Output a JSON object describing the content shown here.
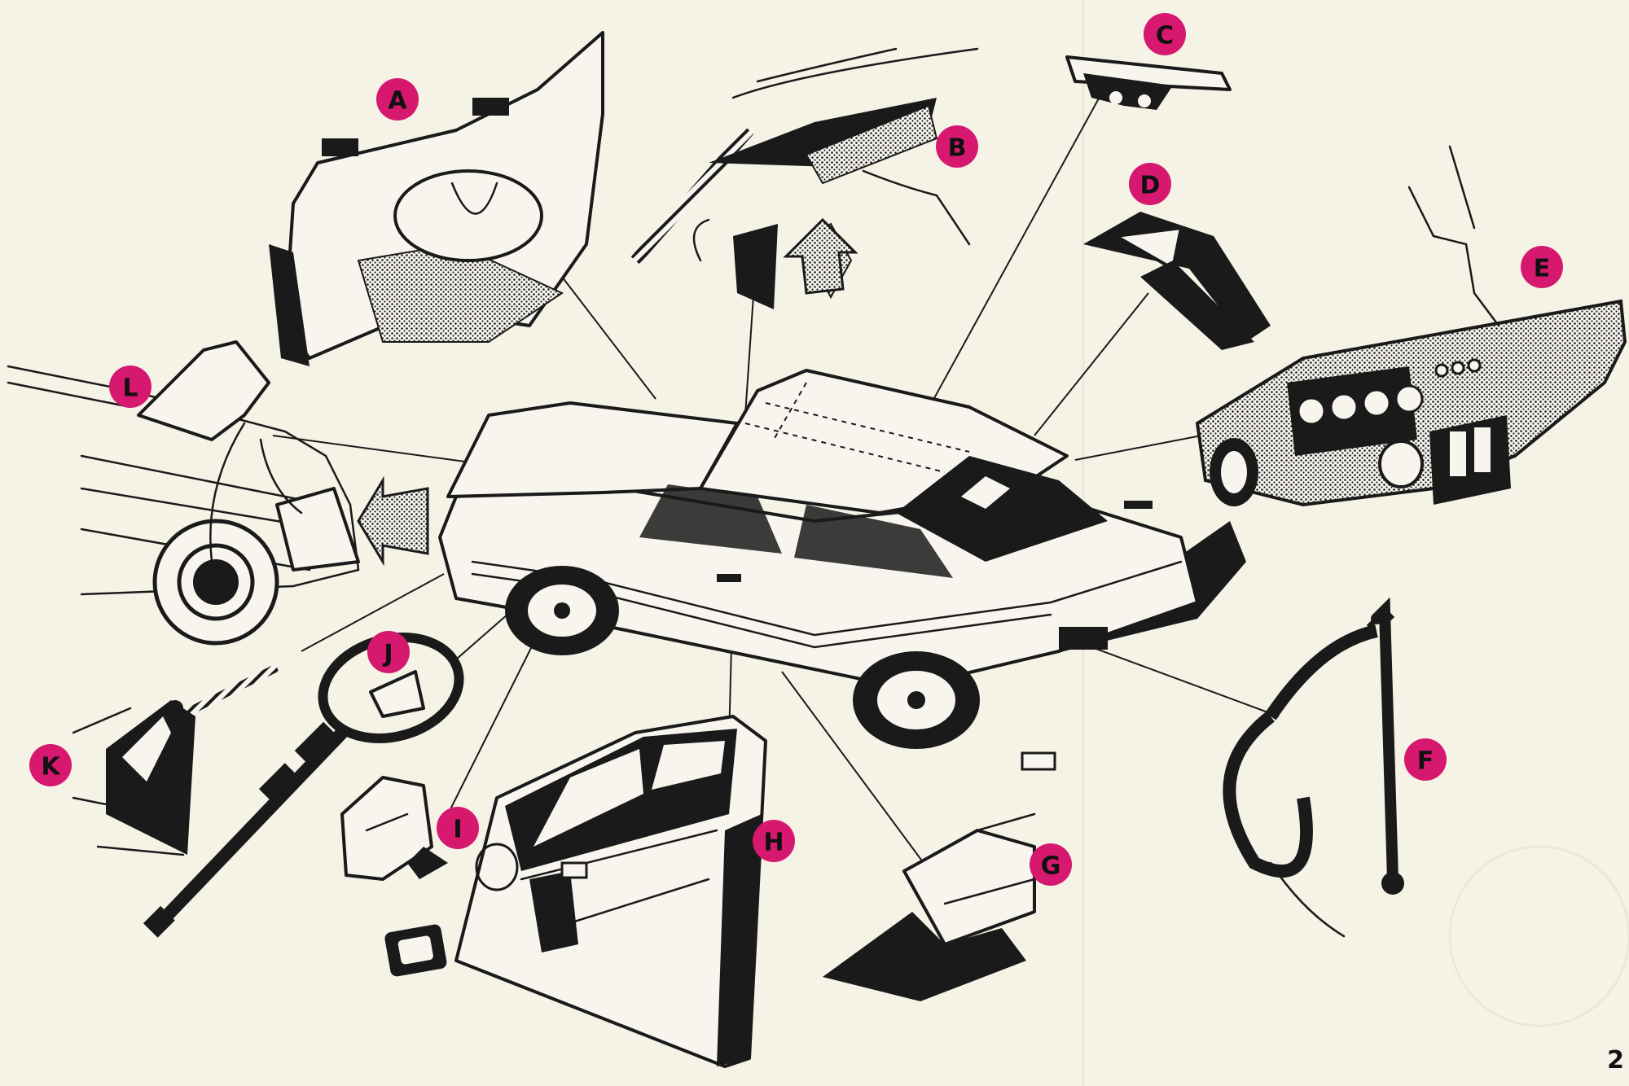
{
  "callouts": {
    "a": "A",
    "b": "B",
    "c": "C",
    "d": "D",
    "e": "E",
    "f": "F",
    "g": "G",
    "h": "H",
    "i": "I",
    "j": "J",
    "k": "K",
    "l": "L"
  },
  "page_number": "2",
  "colors": {
    "callout": "#d6186f",
    "paper": "#f5f2e6",
    "ink": "#1a1a1a"
  }
}
